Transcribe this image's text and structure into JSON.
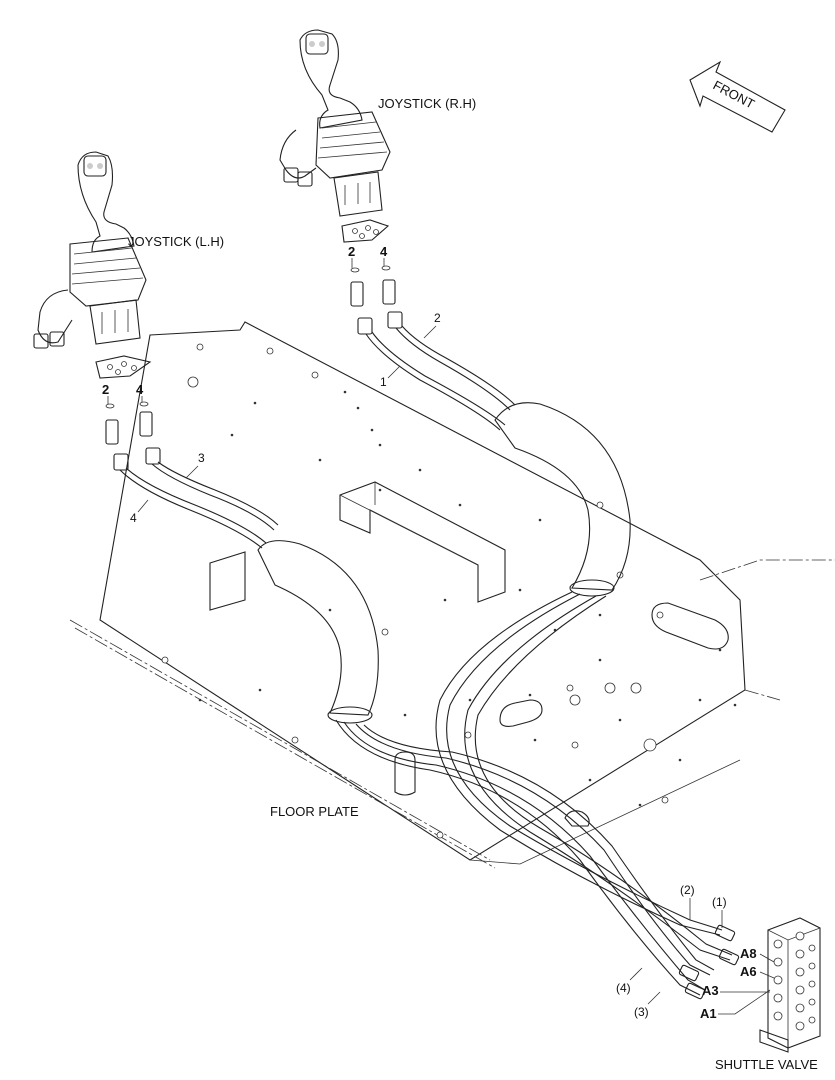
{
  "labels": {
    "front": "FRONT",
    "joystick_rh": "JOYSTICK (R.H)",
    "joystick_lh": "JOYSTICK (L.H)",
    "floor_plate": "FLOOR PLATE",
    "shuttle_valve": "SHUTTLE VALVE"
  },
  "callouts": {
    "rh_item_a": "2",
    "rh_item_b": "4",
    "lh_item_a": "2",
    "lh_item_b": "4",
    "hose_1": "1",
    "hose_2": "2",
    "hose_3": "3",
    "hose_4": "4",
    "hose_1_paren": "(1)",
    "hose_2_paren": "(2)",
    "hose_3_paren": "(3)",
    "hose_4_paren": "(4)"
  },
  "ports": {
    "a8": "A8",
    "a6": "A6",
    "a3": "A3",
    "a1": "A1"
  }
}
